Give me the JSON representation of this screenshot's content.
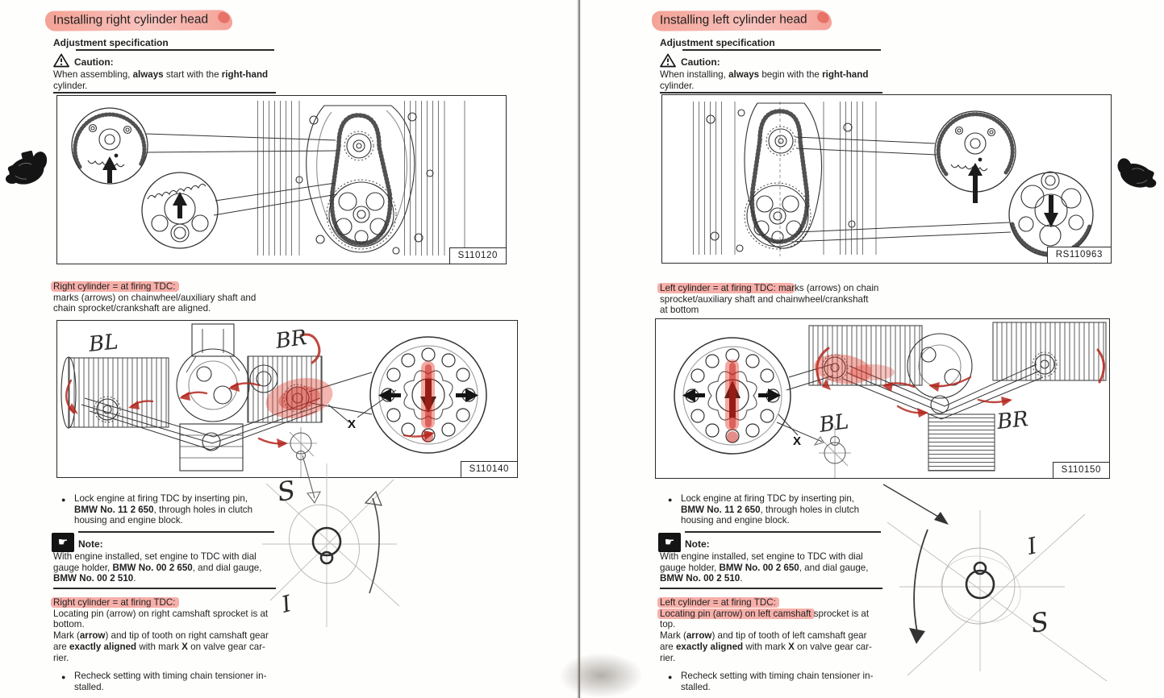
{
  "colors": {
    "highlighter_pink": "#ef8176",
    "annotation_red": "#b5281e",
    "ink": "#1f1f1f"
  },
  "left_page": {
    "title": "Installing right cylinder head",
    "adjustment_heading": "Adjustment specification",
    "caution_label": "Caution:",
    "caution_body": [
      {
        "t": "When assembling, "
      },
      {
        "t": "always",
        "b": true
      },
      {
        "t": " start with the "
      },
      {
        "t": "right-hand",
        "b": true
      },
      {
        "nl": true
      },
      {
        "t": "cylinder."
      }
    ],
    "figure_top": {
      "label": "S110120"
    },
    "tdc_top": [
      {
        "t": "Right cylinder = at firing TDC:",
        "hl": true
      },
      {
        "nl": true
      },
      {
        "t": "marks (arrows) on chainwheel/auxiliary shaft and"
      },
      {
        "nl": true
      },
      {
        "t": "chain sprocket/crankshaft are aligned."
      }
    ],
    "figure_main": {
      "label": "S110140",
      "handwritten": {
        "left_cylinder_mark": "BL",
        "right_cylinder_mark": "BR",
        "x_mark": "X"
      }
    },
    "sketch": {
      "letter_top": "S",
      "letter_bottom": "I"
    },
    "bullet_lock": [
      {
        "t": "Lock engine at firing TDC by inserting pin,"
      },
      {
        "nl": true
      },
      {
        "t": "BMW No. 11 2 650",
        "b": true
      },
      {
        "t": ", through holes in clutch"
      },
      {
        "nl": true
      },
      {
        "t": "housing and engine block."
      }
    ],
    "note_label": "Note:",
    "note_body": [
      {
        "t": "With engine installed, set engine to TDC with dial"
      },
      {
        "nl": true
      },
      {
        "t": "gauge holder, "
      },
      {
        "t": "BMW No. 00 2 650",
        "b": true
      },
      {
        "t": ", and dial gauge,"
      },
      {
        "nl": true
      },
      {
        "t": "BMW No. 00 2 510",
        "b": true
      },
      {
        "t": "."
      }
    ],
    "tdc_bottom": [
      {
        "t": "Right cylinder = at firing TDC:",
        "hl": true
      },
      {
        "nl": true
      },
      {
        "t": "Locating pin (arrow) on right camshaft sprocket is at"
      },
      {
        "nl": true
      },
      {
        "t": "bottom."
      },
      {
        "nl": true
      },
      {
        "t": "Mark ("
      },
      {
        "t": "arrow",
        "b": true
      },
      {
        "t": ") and tip of tooth on right camshaft gear"
      },
      {
        "nl": true
      },
      {
        "t": "are "
      },
      {
        "t": "exactly aligned",
        "b": true
      },
      {
        "t": " with mark "
      },
      {
        "t": "X",
        "b": true
      },
      {
        "t": " on valve gear car-"
      },
      {
        "nl": true
      },
      {
        "t": "rier."
      }
    ],
    "bullet_recheck": [
      {
        "t": "Recheck setting with timing chain tensioner in-"
      },
      {
        "nl": true
      },
      {
        "t": "stalled."
      }
    ]
  },
  "right_page": {
    "title": "Installing left cylinder head",
    "adjustment_heading": "Adjustment specification",
    "caution_label": "Caution:",
    "caution_body": [
      {
        "t": "When installing, "
      },
      {
        "t": "always",
        "b": true
      },
      {
        "t": " begin with the "
      },
      {
        "t": "right-hand",
        "b": true
      },
      {
        "nl": true
      },
      {
        "t": "cylinder."
      }
    ],
    "figure_top": {
      "label": "RS110963"
    },
    "tdc_top": [
      {
        "t": "Left cylinder = at firing TDC: ma",
        "hl": true
      },
      {
        "t": "rks (arrows) on chain"
      },
      {
        "nl": true
      },
      {
        "t": "sprocket/auxiliary shaft and chainwheel/crankshaft"
      },
      {
        "nl": true
      },
      {
        "t": "at bottom"
      }
    ],
    "figure_main": {
      "label": "S110150",
      "handwritten": {
        "left_cylinder_mark": "BL",
        "right_cylinder_mark": "BR",
        "x_mark": "X"
      }
    },
    "sketch": {
      "letter_top": "I",
      "letter_bottom": "S"
    },
    "bullet_lock": [
      {
        "t": "Lock engine at firing TDC by inserting pin,"
      },
      {
        "nl": true
      },
      {
        "t": "BMW No. 11 2 650",
        "b": true
      },
      {
        "t": ", through holes in clutch"
      },
      {
        "nl": true
      },
      {
        "t": "housing and engine block."
      }
    ],
    "note_label": "Note:",
    "note_body": [
      {
        "t": "With engine installed, set engine to TDC with dial"
      },
      {
        "nl": true
      },
      {
        "t": "gauge holder, "
      },
      {
        "t": "BMW No. 00 2 650",
        "b": true
      },
      {
        "t": ", and dial gauge,"
      },
      {
        "nl": true
      },
      {
        "t": "BMW No. 00 2 510",
        "b": true
      },
      {
        "t": "."
      }
    ],
    "tdc_bottom": [
      {
        "t": "Left cylinder = at firing TDC:",
        "hl": true
      },
      {
        "nl": true
      },
      {
        "t": "Locating pin (arrow) on left camshaft",
        "hl": true
      },
      {
        "t": " sprocket is at"
      },
      {
        "nl": true
      },
      {
        "t": "top."
      },
      {
        "nl": true
      },
      {
        "t": "Mark ("
      },
      {
        "t": "arrow",
        "b": true
      },
      {
        "t": ") and tip of tooth of left camshaft gear"
      },
      {
        "nl": true
      },
      {
        "t": "are "
      },
      {
        "t": "exactly aligned",
        "b": true
      },
      {
        "t": " with mark "
      },
      {
        "t": "X",
        "b": true
      },
      {
        "t": " on valve gear car-"
      },
      {
        "nl": true
      },
      {
        "t": "rier."
      }
    ],
    "bullet_recheck": [
      {
        "t": "Recheck setting with timing chain tensioner in-"
      },
      {
        "nl": true
      },
      {
        "t": "stalled."
      }
    ]
  }
}
